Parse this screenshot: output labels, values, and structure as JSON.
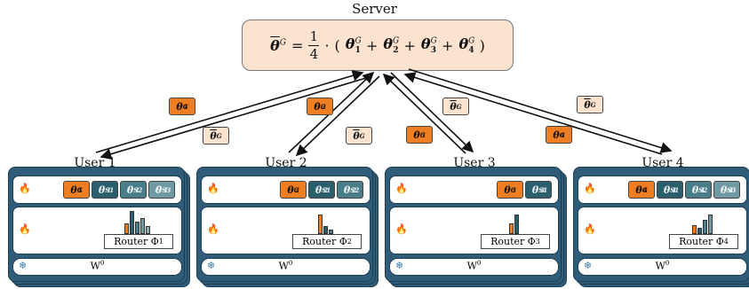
{
  "server": {
    "title": "Server",
    "formula": {
      "lhs": "θ",
      "lhs_sup": "G",
      "equals": "=",
      "frac_num": "1",
      "frac_den": "4",
      "dot": "·",
      "open": "(",
      "terms": [
        {
          "sym": "θ",
          "sub": "1",
          "sup": "G"
        },
        {
          "sym": "θ",
          "sub": "2",
          "sup": "G"
        },
        {
          "sym": "θ",
          "sub": "3",
          "sup": "G"
        },
        {
          "sym": "θ",
          "sub": "4",
          "sup": "G"
        }
      ],
      "plus": "+",
      "close": ")"
    }
  },
  "arrow_labels": {
    "up": [
      {
        "sym": "θ",
        "sub": "1",
        "sup": "G"
      },
      {
        "sym": "θ",
        "sub": "2",
        "sup": "G"
      },
      {
        "sym": "θ",
        "sub": "3",
        "sup": "G"
      },
      {
        "sym": "θ",
        "sub": "4",
        "sup": "G"
      }
    ],
    "down": {
      "sym": "θ",
      "sup": "G"
    }
  },
  "users": [
    {
      "label": "User 1",
      "router": "Router Φ",
      "router_sub": "1",
      "chips": [
        {
          "type": "orange",
          "sub": "1",
          "sup": "G"
        },
        {
          "type": "teal1",
          "sub": "1",
          "sup": "S1"
        },
        {
          "type": "teal2",
          "sub": "1",
          "sup": "S2"
        },
        {
          "type": "teal3",
          "sub": "1",
          "sup": "S3"
        }
      ],
      "bars": [
        0.45,
        1.0,
        0.55,
        0.7,
        0.35
      ]
    },
    {
      "label": "User 2",
      "router": "Router Φ",
      "router_sub": "2",
      "chips": [
        {
          "type": "orange",
          "sub": "2",
          "sup": "G"
        },
        {
          "type": "teal1",
          "sub": "2",
          "sup": "S1"
        },
        {
          "type": "teal2",
          "sub": "2",
          "sup": "S2"
        }
      ],
      "bars": [
        0.85,
        0.35,
        0.18
      ]
    },
    {
      "label": "User 3",
      "router": "Router Φ",
      "router_sub": "3",
      "chips": [
        {
          "type": "orange",
          "sub": "3",
          "sup": "G"
        },
        {
          "type": "teal1",
          "sub": "3",
          "sup": "S1"
        }
      ],
      "bars": [
        0.45,
        0.85
      ]
    },
    {
      "label": "User 4",
      "router": "Router Φ",
      "router_sub": "4",
      "chips": [
        {
          "type": "orange",
          "sub": "4",
          "sup": "G"
        },
        {
          "type": "teal1",
          "sub": "4",
          "sup": "S1"
        },
        {
          "type": "teal2",
          "sub": "4",
          "sup": "S2"
        },
        {
          "type": "teal3",
          "sub": "4",
          "sup": "S3"
        }
      ],
      "bars": [
        0.4,
        0.25,
        0.6,
        0.85
      ]
    }
  ],
  "frozen_label": "W",
  "frozen_sup": "0",
  "icons": {
    "trainable": "flame-icon",
    "frozen": "snowflake-icon"
  },
  "colors": {
    "orange": "#ef7d22",
    "cream": "#fbe3cf",
    "teal_dark": "#2c5f6d",
    "teal_mid": "#4a7d8a",
    "teal_light": "#6f9aa4",
    "card_blue": "#2f5d79"
  }
}
